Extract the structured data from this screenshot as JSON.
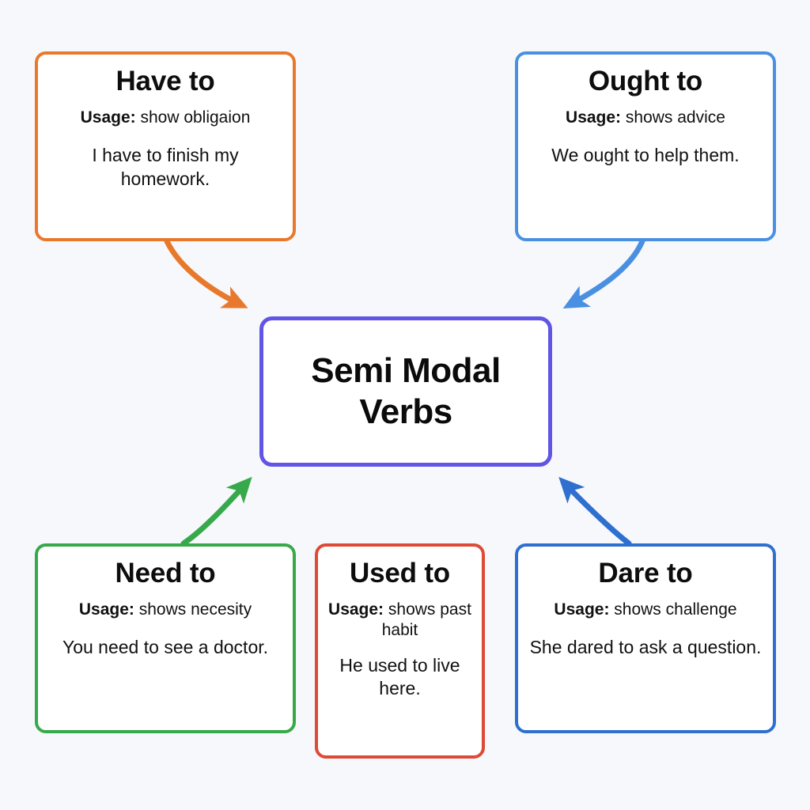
{
  "diagram": {
    "title": "Semi Modal Verbs",
    "background_color": "#f7f8fc",
    "center": {
      "label": "Semi Modal Verbs",
      "border_color": "#6155e5"
    },
    "usage_label": "Usage:",
    "nodes": [
      {
        "id": "have-to",
        "title": "Have to",
        "usage_label": "Usage:",
        "usage_text": " show obligaion",
        "example": "I have to finish my homework.",
        "border_color": "#e8792c",
        "arrow_color": "#e8792c"
      },
      {
        "id": "ought-to",
        "title": "Ought to",
        "usage_label": "Usage:",
        "usage_text": " shows advice",
        "example": "We ought to help them.",
        "border_color": "#4a90e2",
        "arrow_color": "#4a90e2"
      },
      {
        "id": "need-to",
        "title": "Need to",
        "usage_label": "Usage:",
        "usage_text": " shows necesity",
        "example": "You need to see a doctor.",
        "border_color": "#36a94a",
        "arrow_color": "#36a94a"
      },
      {
        "id": "used-to",
        "title": "Used to",
        "usage_label": "Usage:",
        "usage_text": " shows past habit",
        "example": "He used to live here.",
        "border_color": "#dd4a35",
        "arrow_color": "none"
      },
      {
        "id": "dare-to",
        "title": "Dare to",
        "usage_label": "Usage:",
        "usage_text": " shows challenge",
        "example": "She dared to ask a question.",
        "border_color": "#2e6fd0",
        "arrow_color": "#2e6fd0"
      }
    ],
    "connections": [
      {
        "from": "have-to",
        "to": "center",
        "color": "#e8792c"
      },
      {
        "from": "ought-to",
        "to": "center",
        "color": "#4a90e2"
      },
      {
        "from": "need-to",
        "to": "center",
        "color": "#36a94a"
      },
      {
        "from": "dare-to",
        "to": "center",
        "color": "#2e6fd0"
      }
    ]
  }
}
